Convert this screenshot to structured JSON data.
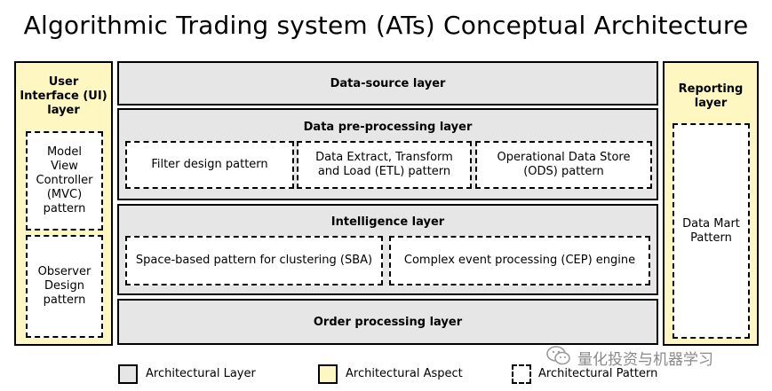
{
  "title": "Algorithmic Trading system (ATs) Conceptual Architecture",
  "ui_aspect": {
    "label": "User Interface (UI) layer",
    "patterns": [
      "Model View Controller (MVC) pattern",
      "Observer Design pattern"
    ]
  },
  "reporting_aspect": {
    "label": "Reporting layer",
    "patterns": [
      "Data Mart Pattern"
    ]
  },
  "layers": {
    "data_source": {
      "label": "Data-source layer"
    },
    "preprocessing": {
      "label": "Data pre-processing layer",
      "patterns": [
        "Filter design pattern",
        "Data Extract, Transform and Load (ETL) pattern",
        "Operational Data Store (ODS) pattern"
      ]
    },
    "intelligence": {
      "label": "Intelligence layer",
      "patterns": [
        "Space-based pattern for clustering (SBA)",
        "Complex event processing (CEP) engine"
      ]
    },
    "order_processing": {
      "label": "Order processing layer"
    }
  },
  "legend": {
    "layer": "Architectural Layer",
    "aspect": "Architectural Aspect",
    "pattern": "Architectural Pattern"
  },
  "watermark": "量化投资与机器学习",
  "colors": {
    "layer_fill": "#e6e6e6",
    "aspect_fill": "#fff7c2",
    "pattern_fill": "#ffffff"
  }
}
